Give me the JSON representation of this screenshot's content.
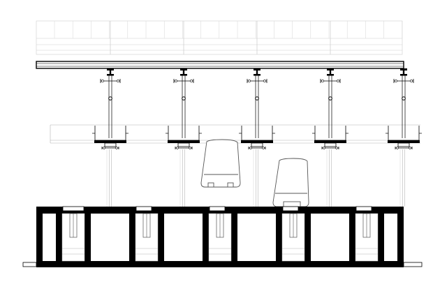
{
  "drawing": {
    "kind": "architectural-section",
    "text_labels": [],
    "colors": {
      "background": "#ffffff",
      "line": "#000000",
      "light_line": "#b4b4b4",
      "very_light_line": "#d2d2d2",
      "solid_fill": "#000000"
    },
    "hanger_count": 5,
    "vehicle_count": 2,
    "pier_count": 5
  }
}
